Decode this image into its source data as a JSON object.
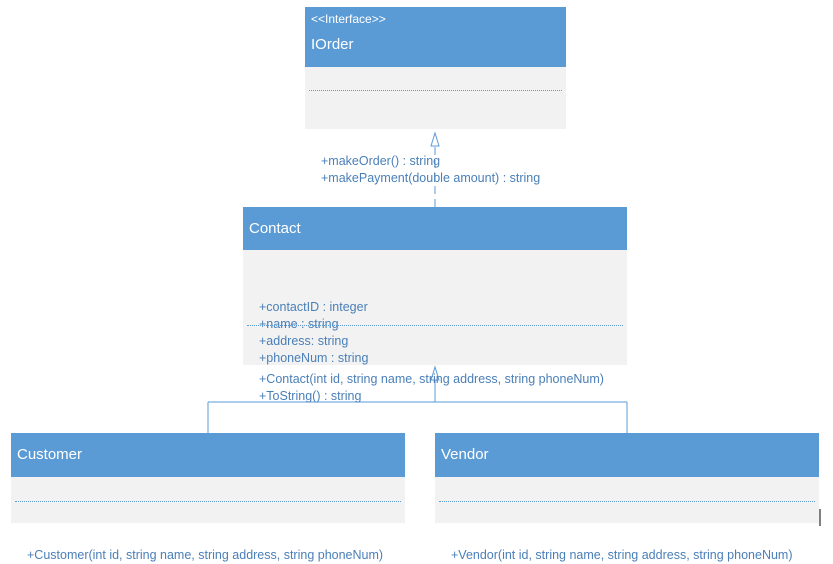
{
  "classes": {
    "iorder": {
      "stereotype": "<<Interface>>",
      "name": "IOrder",
      "attributes": [],
      "operations": [
        "+makeOrder() : string",
        "+makePayment(double amount) : string"
      ]
    },
    "contact": {
      "name": "Contact",
      "attributes": [
        "+contactID : integer",
        "+name : string",
        "+address: string",
        "+phoneNum : string"
      ],
      "operations": [
        "+Contact(int id, string name, string address, string phoneNum)",
        "+ToString() : string"
      ]
    },
    "customer": {
      "name": "Customer",
      "attributes": [],
      "operations": [
        "+Customer(int id, string name, string address, string phoneNum)"
      ]
    },
    "vendor": {
      "name": "Vendor",
      "attributes": [],
      "operations": [
        "+Vendor(int id, string name, string address, string phoneNum)"
      ]
    }
  },
  "colors": {
    "header": "#5b9bd5",
    "body": "#f2f2f2",
    "text": "#4a7fb8",
    "connector": "#5b9bd5"
  }
}
